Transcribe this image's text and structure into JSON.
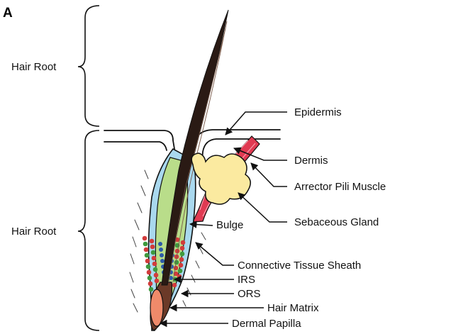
{
  "panel_letter": "A",
  "brace_labels": {
    "upper": "Hair Root",
    "lower": "Hair Root"
  },
  "labels": {
    "epidermis": "Epidermis",
    "dermis": "Dermis",
    "arrector_pili_muscle": "Arrector Pili Muscle",
    "sebaceous_gland": "Sebaceous Gland",
    "bulge": "Bulge",
    "connective_tissue_sheath": "Connective Tissue Sheath",
    "irs": "IRS",
    "ors": "ORS",
    "hair_matrix": "Hair Matrix",
    "dermal_papilla": "Dermal Papilla"
  },
  "colors": {
    "connective_tissue_sheath": "#a9d8ee",
    "ors": "#b9dd8a",
    "irs_dots": "#2d5aa8",
    "ors_dots": "#d23b3b",
    "ors_green_dots": "#3e9a3e",
    "hair_shaft": "#2a1a14",
    "hair_matrix": "#6b3a28",
    "dermal_papilla": "#ef8a6a",
    "sebaceous_gland": "#fbeaa0",
    "arrector_pili_muscle": "#e03a52"
  }
}
